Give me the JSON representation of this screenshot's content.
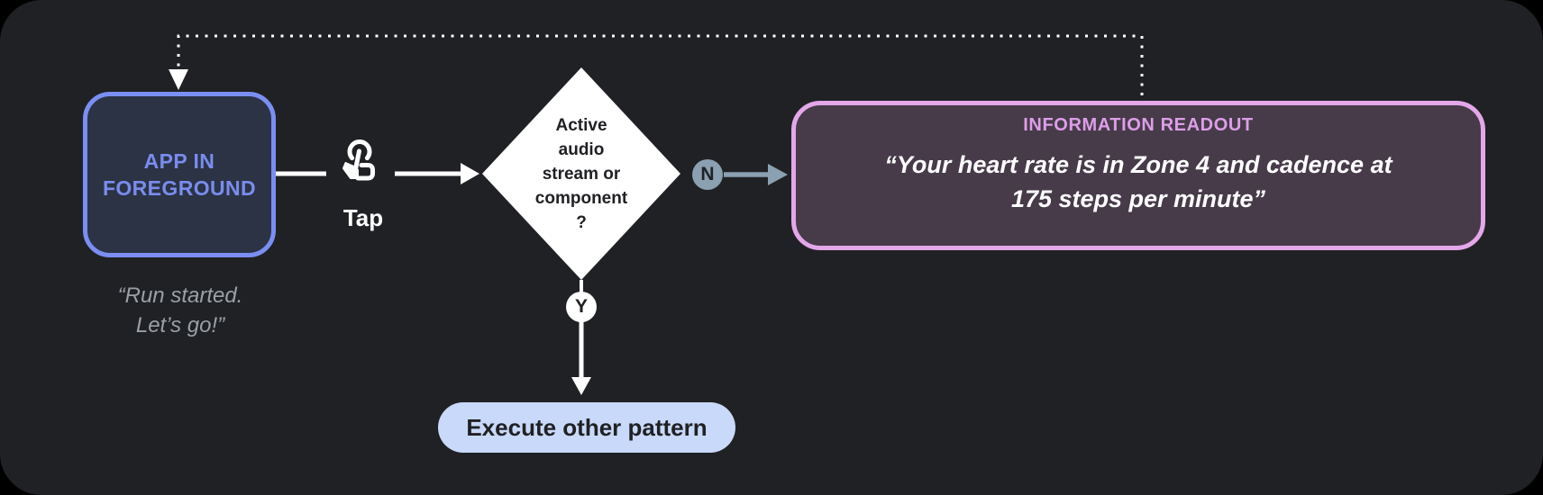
{
  "colors": {
    "page_bg": "#000000",
    "card_bg": "#202124",
    "app_fill": "#2b3345",
    "app_stroke": "#7b8ef2",
    "app_text": "#7a8cee",
    "quote_gray": "#9aa0a6",
    "white": "#ffffff",
    "ink": "#202124",
    "branch_badge": "#8ba0b0",
    "readout_fill": "#473b4a",
    "readout_stroke": "#e4a7ea",
    "readout_title": "#dd9ee8",
    "pill_fill": "#c9d9f9"
  },
  "app_node": {
    "label_lines": [
      "APP IN",
      "FOREGROUND"
    ],
    "quote_lines": [
      "“Run started.",
      "Let’s go!”"
    ]
  },
  "tap": {
    "label": "Tap",
    "icon": "tap-gesture-icon"
  },
  "decision": {
    "lines": [
      "Active",
      "audio",
      "stream or",
      "component",
      "?"
    ]
  },
  "branches": {
    "no_label": "N",
    "yes_label": "Y"
  },
  "readout": {
    "title": "INFORMATION READOUT",
    "quote_lines": [
      "“Your heart rate is in Zone 4 and cadence at",
      "175 steps per minute”"
    ]
  },
  "action": {
    "label": "Execute other pattern"
  }
}
